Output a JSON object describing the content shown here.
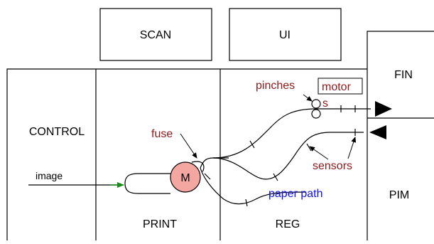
{
  "modules": {
    "scan": "SCAN",
    "ui": "UI",
    "fin": "FIN",
    "control": "CONTROL",
    "print": "PRINT",
    "reg": "REG",
    "pim": "PIM"
  },
  "annotations": {
    "image": "image",
    "fuse": "fuse",
    "motor_label": "M",
    "pinches": "pinches",
    "motors_top": "motor",
    "motors_bottom": "s",
    "sensors": "sensors",
    "paper_path": "paper path"
  },
  "colors": {
    "annotation_red": "#8b1a1a",
    "paper_path_blue": "#1010e0",
    "image_arrow_green": "#1a8a1a",
    "motor_fill": "#f4a6a0"
  }
}
